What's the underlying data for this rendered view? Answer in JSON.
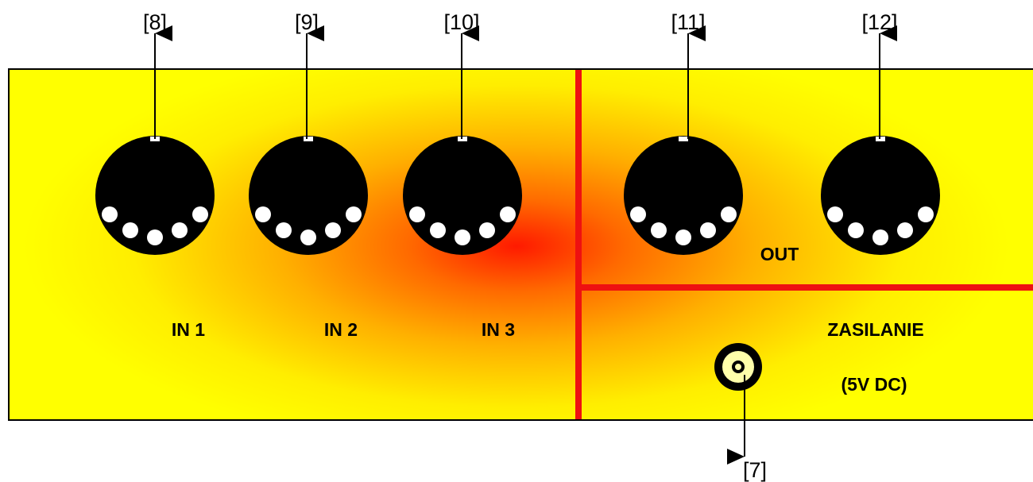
{
  "callouts": {
    "in1": "[8]",
    "in2": "[9]",
    "in3": "[10]",
    "out1": "[11]",
    "out2": "[12]",
    "power": "[7]"
  },
  "labels": {
    "in1": "IN 1",
    "in2": "IN 2",
    "in3": "IN 3",
    "out": "OUT",
    "power_title": "ZASILANIE",
    "power_spec": "(5V DC)"
  },
  "colors": {
    "panel_yellow": "#ffff00",
    "panel_orange": "#ff9900",
    "panel_red": "#ff2a00",
    "divider_red": "#ee1111",
    "connector": "#000000",
    "pin": "#ffffff",
    "jack_ring": "#ffffaa"
  },
  "components": {
    "midi_sockets": [
      "midi-din-socket-in-1",
      "midi-din-socket-in-2",
      "midi-din-socket-in-3",
      "midi-din-socket-out-1",
      "midi-din-socket-out-2"
    ],
    "power_jack": "dc-power-jack"
  }
}
